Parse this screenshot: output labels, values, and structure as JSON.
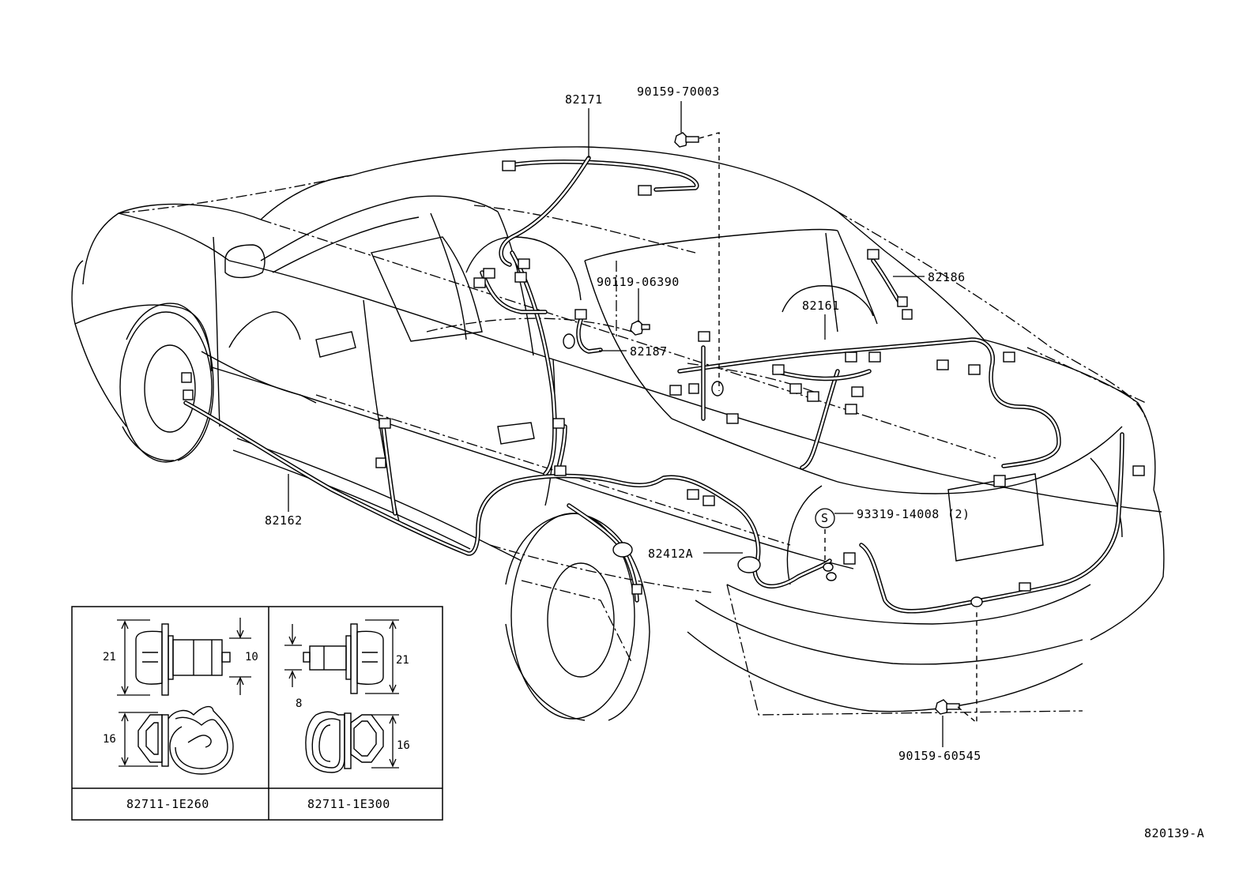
{
  "diagram": {
    "part_numbers": {
      "roof_harness": "82171",
      "screw_top": "90159-70003",
      "clamp_bolt": "90119-06390",
      "lamp_harness_rear": "82186",
      "floor_harness": "82161",
      "pillar_harness": "82187",
      "cowl_side_harness": "82162",
      "screw_s": "93319-14008",
      "screw_s_qty": "(2)",
      "screw_s_symbol": "S",
      "grommet": "82412A",
      "screw_bottom": "90159-60545"
    },
    "inset": {
      "left_panel": {
        "part_number": "82711-1E260",
        "dims": {
          "height": "21",
          "head": "10",
          "clip": "16"
        }
      },
      "right_panel": {
        "part_number": "82711-1E300",
        "dims": {
          "height": "21",
          "head": "8",
          "clip": "16"
        }
      }
    },
    "figure_id": "820139-A"
  }
}
